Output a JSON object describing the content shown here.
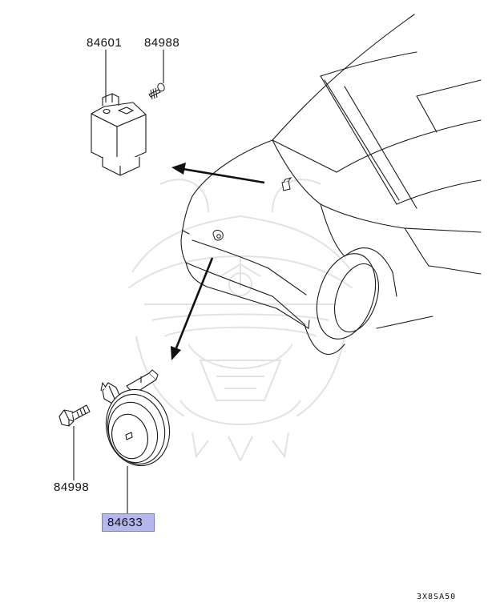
{
  "parts": {
    "relay": "84601",
    "relay_screw": "84988",
    "horn_bolt": "84998",
    "horn": "84633"
  },
  "highlight": {
    "part": "84633",
    "color": "#b4b7ee"
  },
  "diagram_code": "3X8SA50",
  "watermark": {
    "icon": "samurai-helmet-watermark",
    "color": "#e3e3e3"
  }
}
